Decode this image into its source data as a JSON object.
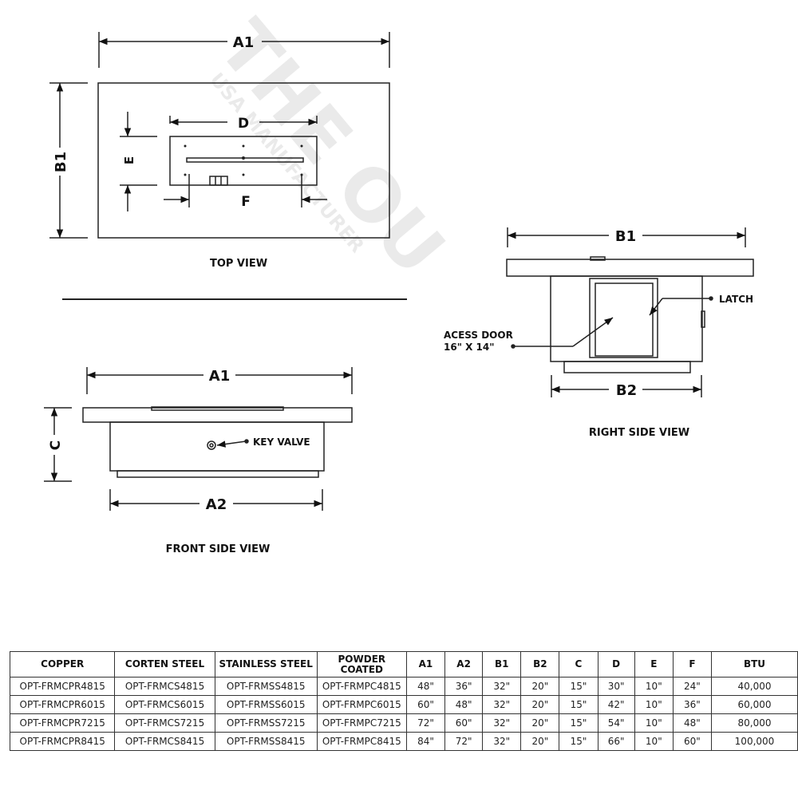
{
  "watermark": {
    "brand": "THE OU",
    "tagline": "USA MANUFACTURER"
  },
  "top_view": {
    "title": "TOP VIEW",
    "dims": {
      "a1": "A1",
      "b1": "B1",
      "d": "D",
      "e": "E",
      "f": "F"
    }
  },
  "front_view": {
    "title": "FRONT SIDE VIEW",
    "dims": {
      "a1": "A1",
      "a2": "A2",
      "c": "C"
    },
    "callouts": {
      "key_valve": "KEY VALVE"
    }
  },
  "right_view": {
    "title": "RIGHT SIDE VIEW",
    "dims": {
      "b1": "B1",
      "b2": "B2"
    },
    "callouts": {
      "latch": "LATCH",
      "door_line1": "ACESS DOOR",
      "door_line2": "16\" X 14\""
    }
  },
  "table": {
    "headers": [
      "COPPER",
      "CORTEN STEEL",
      "STAINLESS STEEL",
      "POWDER COATED",
      "A1",
      "A2",
      "B1",
      "B2",
      "C",
      "D",
      "E",
      "F",
      "BTU"
    ],
    "rows": [
      [
        "OPT-FRMCPR4815",
        "OPT-FRMCS4815",
        "OPT-FRMSS4815",
        "OPT-FRMPC4815",
        "48\"",
        "36\"",
        "32\"",
        "20\"",
        "15\"",
        "30\"",
        "10\"",
        "24\"",
        "40,000"
      ],
      [
        "OPT-FRMCPR6015",
        "OPT-FRMCS6015",
        "OPT-FRMSS6015",
        "OPT-FRMPC6015",
        "60\"",
        "48\"",
        "32\"",
        "20\"",
        "15\"",
        "42\"",
        "10\"",
        "36\"",
        "60,000"
      ],
      [
        "OPT-FRMCPR7215",
        "OPT-FRMCS7215",
        "OPT-FRMSS7215",
        "OPT-FRMPC7215",
        "72\"",
        "60\"",
        "32\"",
        "20\"",
        "15\"",
        "54\"",
        "10\"",
        "48\"",
        "80,000"
      ],
      [
        "OPT-FRMCPR8415",
        "OPT-FRMCS8415",
        "OPT-FRMSS8415",
        "OPT-FRMPC8415",
        "84\"",
        "72\"",
        "32\"",
        "20\"",
        "15\"",
        "66\"",
        "10\"",
        "60\"",
        "100,000"
      ]
    ]
  }
}
